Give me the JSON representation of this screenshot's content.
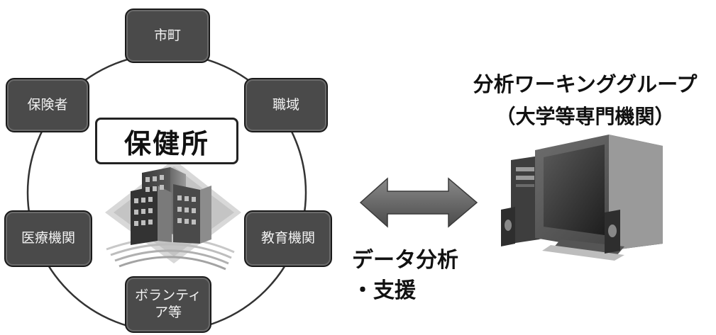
{
  "nodes": {
    "top": "市町",
    "upper_left": "保険者",
    "upper_right": "職域",
    "lower_left": "医療機関",
    "lower_right": "教育機関",
    "bottom_line1": "ボランティ",
    "bottom_line2": "ア等"
  },
  "center_label": "保健所",
  "arrow_label": {
    "line1": "データ分析",
    "line2": "・支援"
  },
  "right_group": {
    "title_line1": "分析ワーキンググループ",
    "title_line2": "（大学等専門機関）"
  },
  "colors": {
    "node_fill": "#4a4a4a",
    "node_text": "#f2f2f2",
    "ring": "#333333",
    "arrow": "#5a5a5a"
  },
  "icons": [
    "office-building-icon",
    "desktop-computer-icon",
    "double-arrow-icon"
  ]
}
